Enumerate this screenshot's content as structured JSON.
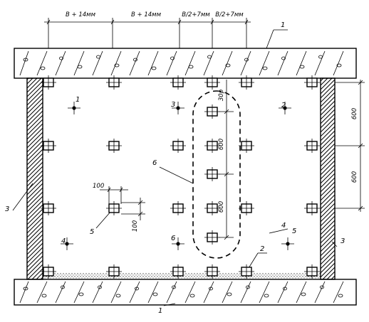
{
  "dimensions": {
    "top": [
      "B + 14мм",
      "B + 14мм",
      "B/2+7мм",
      "B/2+7мм"
    ],
    "right": [
      "600",
      "600"
    ],
    "column": [
      "30р",
      "600",
      "600"
    ],
    "hole_w": "100",
    "hole_h": "100"
  },
  "callouts": {
    "slab": "1",
    "strip": "2",
    "wall": "3",
    "marker": "4",
    "hole": "5",
    "zone": "6"
  },
  "markers": [
    "1",
    "2",
    "3",
    "4",
    "5",
    "6"
  ]
}
